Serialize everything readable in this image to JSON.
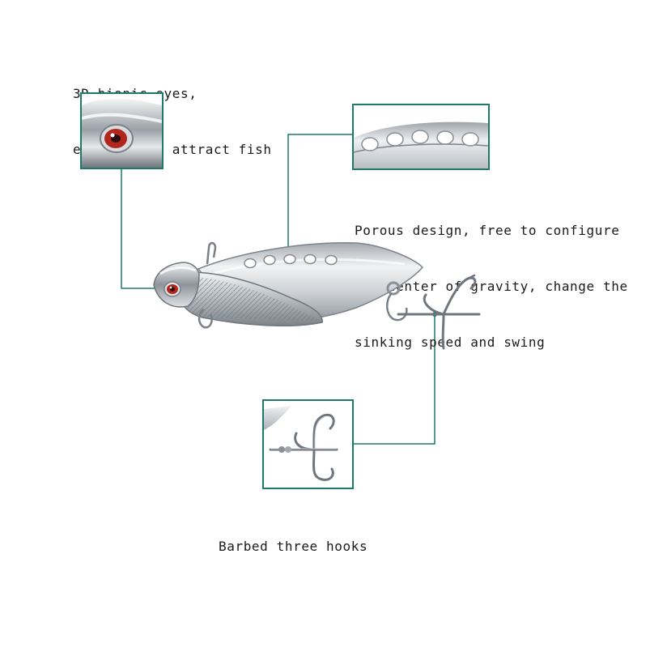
{
  "callouts": {
    "eyes": {
      "lines": [
        "3D bionic eyes,",
        "effectively attract fish"
      ]
    },
    "porous": {
      "lines": [
        "Porous design, free to configure",
        "the center of gravity, change the",
        "sinking speed and swing"
      ]
    },
    "hooks": {
      "lines": [
        "Barbed three hooks"
      ]
    }
  },
  "colors": {
    "accent": "#1b7a68",
    "eye": "#b3261e",
    "metal": "#c9cdd2"
  },
  "icons": {
    "product": "fishing-lure-photo",
    "eye_detail": "lure-eye-closeup",
    "holes_detail": "lure-holes-closeup",
    "hooks_detail": "treble-hook-closeup"
  }
}
